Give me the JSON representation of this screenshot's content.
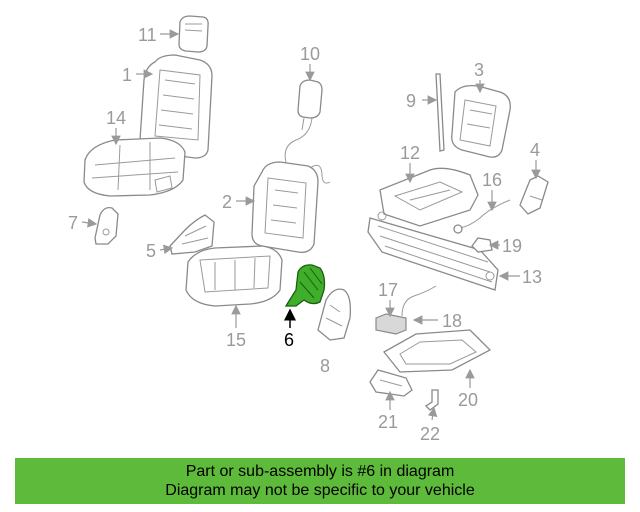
{
  "callouts": {
    "c1": "1",
    "c2": "2",
    "c3": "3",
    "c4": "4",
    "c5": "5",
    "c6": "6",
    "c7": "7",
    "c8": "8",
    "c9": "9",
    "c10": "10",
    "c11": "11",
    "c12": "12",
    "c13": "13",
    "c14": "14",
    "c15": "15",
    "c16": "16",
    "c17": "17",
    "c18": "18",
    "c19": "19",
    "c20": "20",
    "c21": "21",
    "c22": "22"
  },
  "highlight": {
    "part": "6",
    "color": "#3fae2a"
  },
  "banner": {
    "line1": "Part or sub-assembly is #6 in diagram",
    "line2": "Diagram may not be specific to your vehicle",
    "background": "#5dba3a"
  }
}
